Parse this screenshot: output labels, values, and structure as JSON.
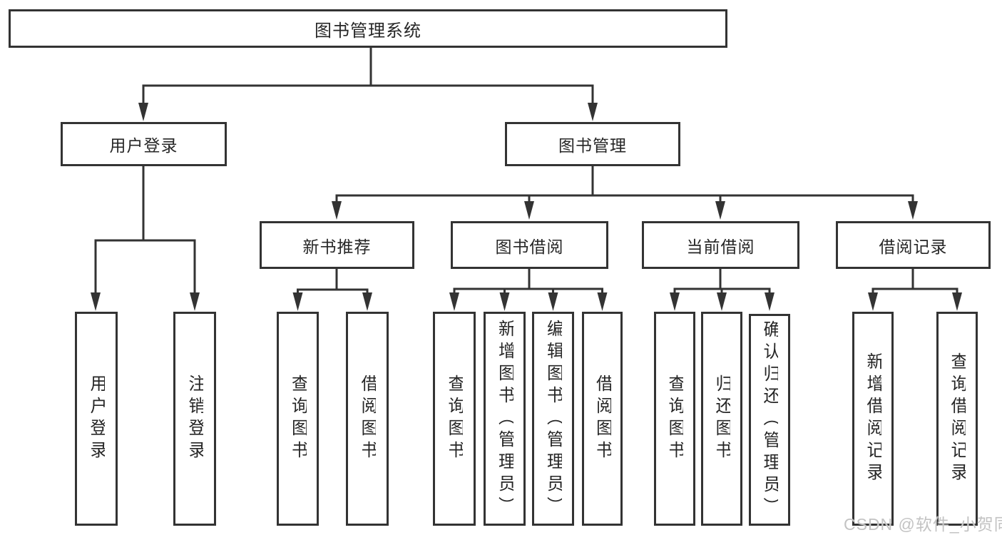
{
  "diagram_title": "图书管理系统",
  "tree": {
    "root": {
      "label": "图书管理系统"
    },
    "branches": [
      {
        "label": "用户登录",
        "children": [
          {
            "label": "用户登录"
          },
          {
            "label": "注销登录"
          }
        ]
      },
      {
        "label": "图书管理",
        "children": [
          {
            "label": "新书推荐",
            "children": [
              {
                "label": "查询图书"
              },
              {
                "label": "借阅图书"
              }
            ]
          },
          {
            "label": "图书借阅",
            "children": [
              {
                "label": "查询图书"
              },
              {
                "label": "新增图书（管理员）"
              },
              {
                "label": "编辑图书（管理员）"
              },
              {
                "label": "借阅图书"
              }
            ]
          },
          {
            "label": "当前借阅",
            "children": [
              {
                "label": "查询图书"
              },
              {
                "label": "归还图书"
              },
              {
                "label": "确认归还（管理员）"
              }
            ]
          },
          {
            "label": "借阅记录",
            "children": [
              {
                "label": "新增借阅记录"
              },
              {
                "label": "查询借阅记录"
              }
            ]
          }
        ]
      }
    ]
  },
  "watermark": {
    "text": "CSDN @软件_小贺同学"
  },
  "colors": {
    "line": "#333333",
    "box_border": "#333333",
    "text": "#262626",
    "background": "#ffffff",
    "watermark": "#c3c3c3"
  }
}
